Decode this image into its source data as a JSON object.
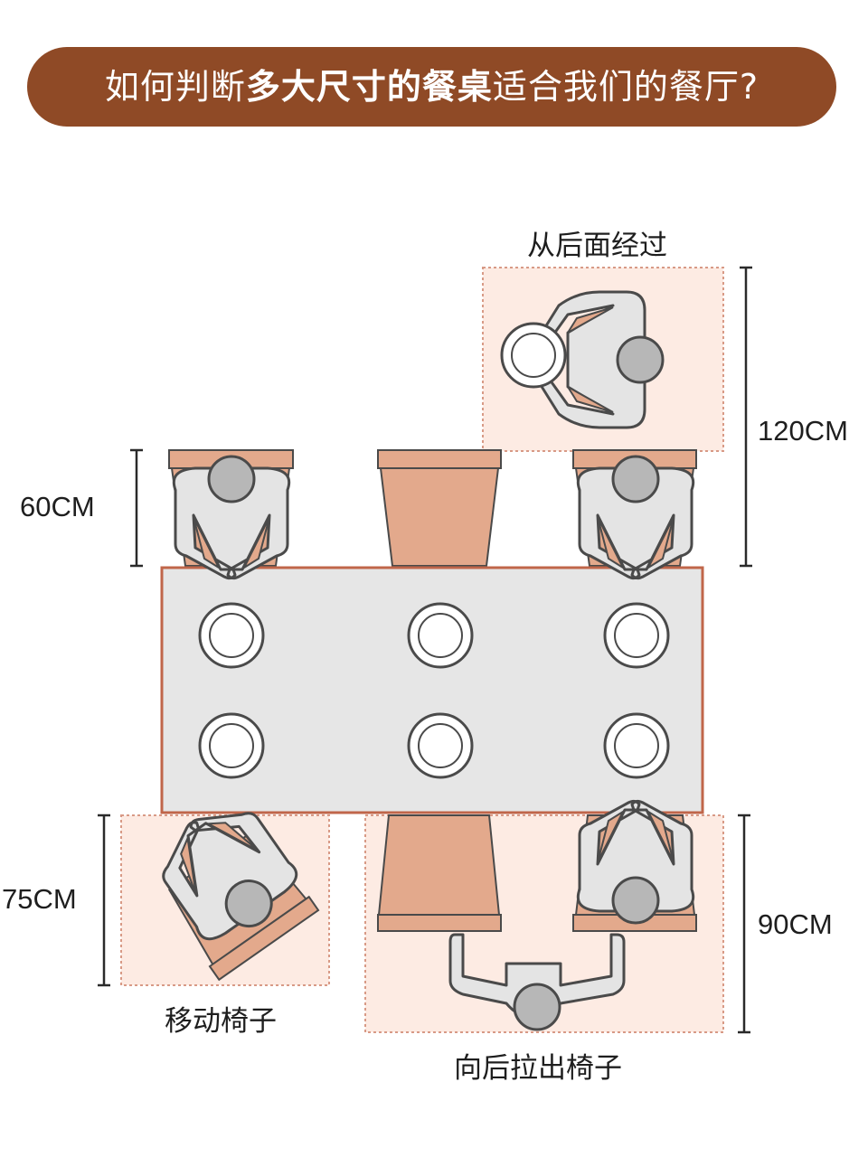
{
  "title": {
    "part1": "如何判断",
    "part2": "多大尺寸的餐桌",
    "part3": "适合我们的餐厅?"
  },
  "labels": {
    "pass_behind": "从后面经过",
    "move_chair": "移动椅子",
    "pull_out_chair": "向后拉出椅子"
  },
  "dimensions": {
    "seat_depth": "60CM",
    "pass_behind": "120CM",
    "move_chair": "75CM",
    "pull_out": "90CM"
  },
  "colors": {
    "banner": "#8f4a26",
    "zone_fill": "#fdebe3",
    "zone_border": "#d89a86",
    "chair": "#e3a98c",
    "table": "#e6e6e6",
    "table_border": "#c0664a",
    "person": "#e4e4e4",
    "head": "#b7b7b7",
    "outline": "#4a4a4a"
  }
}
